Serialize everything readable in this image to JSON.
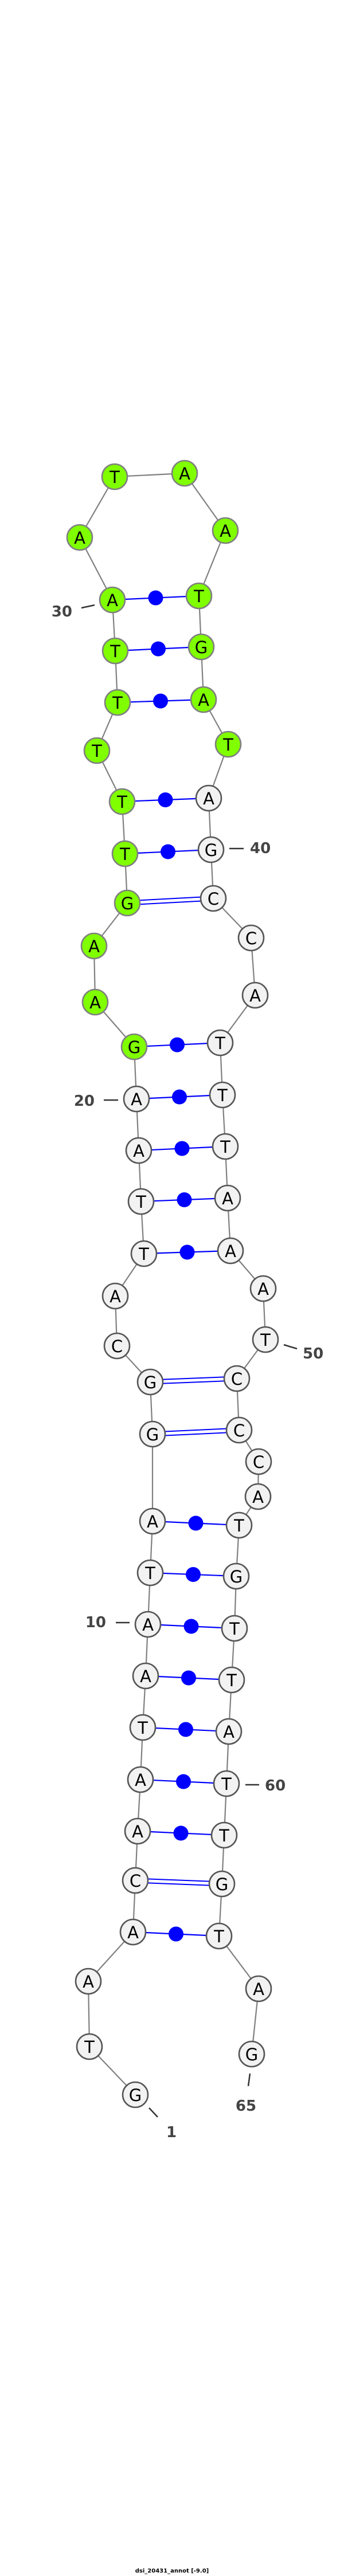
{
  "title": "dsi_20431_annot [-9.0]",
  "structure": {
    "sequence": "GTAACAATAATAGGCATTAAGAAGTTTTTAATAATGATAGCCATTTAAATCCCATGTTATTGTAG",
    "length": 65,
    "pairs": [
      [
        4,
        63
      ],
      [
        5,
        62
      ],
      [
        6,
        61
      ],
      [
        7,
        60
      ],
      [
        8,
        59
      ],
      [
        9,
        58
      ],
      [
        10,
        57
      ],
      [
        11,
        56
      ],
      [
        12,
        55
      ],
      [
        13,
        52
      ],
      [
        14,
        51
      ],
      [
        17,
        48
      ],
      [
        18,
        47
      ],
      [
        19,
        46
      ],
      [
        20,
        45
      ],
      [
        21,
        44
      ],
      [
        24,
        41
      ],
      [
        25,
        40
      ],
      [
        26,
        39
      ],
      [
        28,
        37
      ],
      [
        29,
        36
      ],
      [
        30,
        35
      ]
    ],
    "highlighted_range": [
      21,
      38
    ],
    "position_labels": [
      "1",
      "10",
      "20",
      "30",
      "40",
      "50",
      "60",
      "65"
    ]
  },
  "colors": {
    "highlight_fill": "#7fff00",
    "default_fill": "#f2f2f2",
    "pair_line": "#0000ff",
    "backbone": "#808080",
    "label": "#444444"
  }
}
